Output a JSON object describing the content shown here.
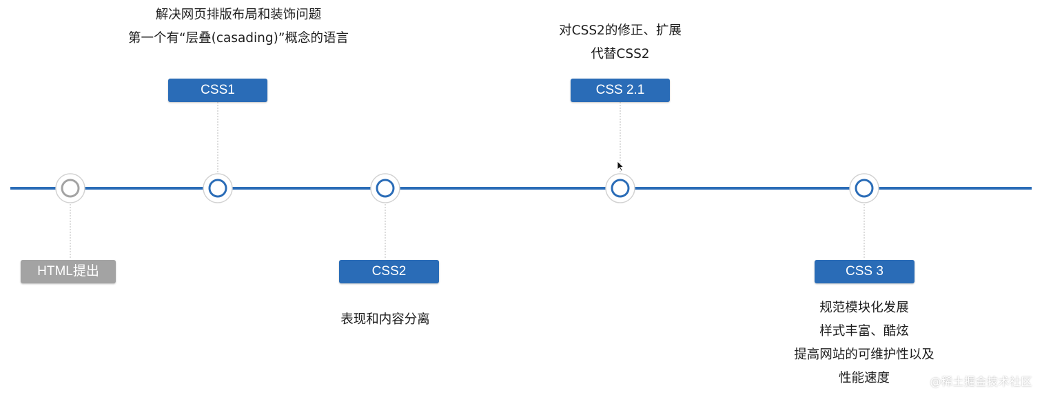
{
  "colors": {
    "axis": "#2a6cb7",
    "node_blue": "#2a6cb7",
    "node_gray": "#a3a3a3",
    "box_blue": "#2a6cb7",
    "box_gray": "#a3a3a3"
  },
  "events": [
    {
      "id": "html",
      "label": "HTML提出",
      "state": "gray",
      "notes": []
    },
    {
      "id": "css1",
      "label": "CSS1",
      "state": "blue",
      "notes": [
        "解决网页排版布局和装饰问题",
        "第一个有“层叠(casading)”概念的语言"
      ]
    },
    {
      "id": "css2",
      "label": "CSS2",
      "state": "blue",
      "notes": [
        "表现和内容分离"
      ]
    },
    {
      "id": "css21",
      "label": "CSS 2.1",
      "state": "blue",
      "notes": [
        "对CSS2的修正、扩展",
        "代替CSS2"
      ]
    },
    {
      "id": "css3",
      "label": "CSS 3",
      "state": "blue",
      "notes": [
        "规范模块化发展",
        "样式丰富、酷炫",
        "提高网站的可维护性以及",
        "性能速度"
      ]
    }
  ],
  "watermark": "@稀土掘金技术社区"
}
